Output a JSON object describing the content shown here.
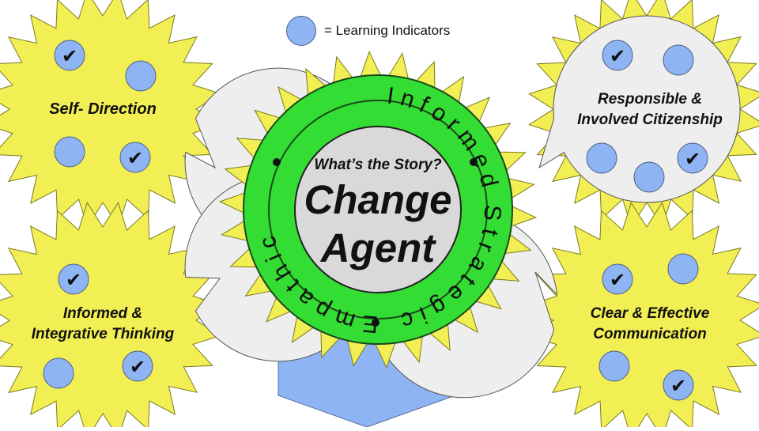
{
  "legend": {
    "label": "= Learning Indicators"
  },
  "center": {
    "question": "What’s the Story?",
    "title_line1": "Change",
    "title_line2": "Agent",
    "ring_words": {
      "top": "Strategic",
      "right": "Empathic",
      "left": "Informed"
    }
  },
  "competencies": [
    {
      "label_line1": "Self- Direction",
      "label_line2": "",
      "indicators": [
        {
          "checked": true
        },
        {
          "checked": false
        },
        {
          "checked": false
        },
        {
          "checked": true
        }
      ]
    },
    {
      "label_line1": "Responsible &",
      "label_line2": "Involved Citizenship",
      "indicators": [
        {
          "checked": true
        },
        {
          "checked": false
        },
        {
          "checked": false
        },
        {
          "checked": true
        },
        {
          "checked": false
        }
      ]
    },
    {
      "label_line1": "Informed &",
      "label_line2": "Integrative Thinking",
      "indicators": [
        {
          "checked": true
        },
        {
          "checked": false
        },
        {
          "checked": true
        }
      ]
    },
    {
      "label_line1": "Clear & Effective",
      "label_line2": "Communication",
      "indicators": [
        {
          "checked": true
        },
        {
          "checked": false
        },
        {
          "checked": false
        },
        {
          "checked": true
        }
      ]
    }
  ],
  "check_mark": "✔",
  "colors": {
    "spike_fill": "#f2ef55",
    "spike_stroke": "#7b7b1e",
    "bubble_fill": "#eeeeee",
    "bubble_stroke": "#555555",
    "indicator_fill": "#8fb4f3",
    "ring_fill": "#33dd33",
    "banner_fill": "#8fb4f3",
    "center_fill": "#d9d9d9"
  }
}
